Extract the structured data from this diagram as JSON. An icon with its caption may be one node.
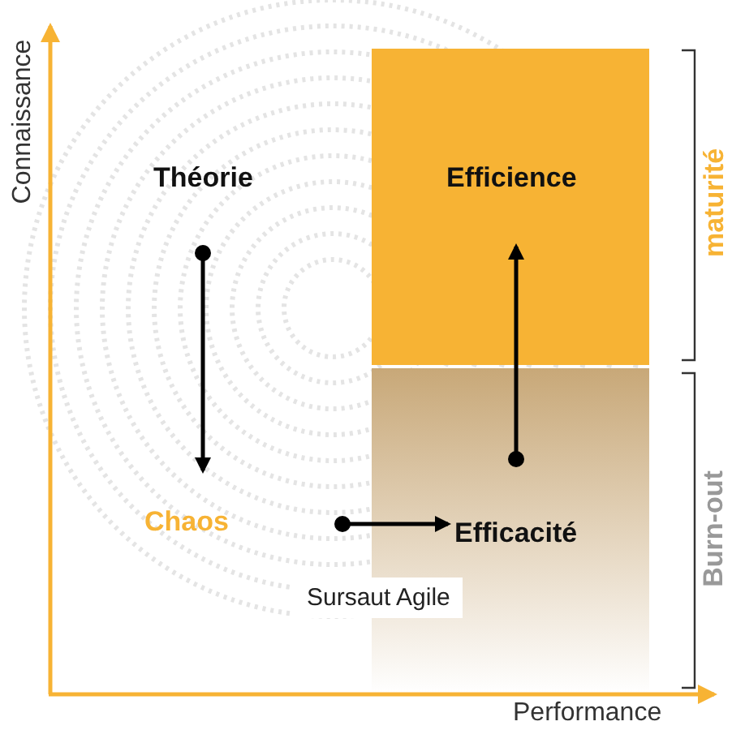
{
  "diagram": {
    "nodes": [
      {
        "text": [
          "Théorie"
        ]
      },
      {
        "text": [
          "Chaos"
        ]
      },
      {
        "text": [
          "Efficience"
        ]
      },
      {
        "text": [
          "Efficacité"
        ]
      }
    ],
    "edges": [
      {
        "from": 0,
        "to": 1,
        "arrow": "to"
      },
      {
        "from": 1,
        "to": 3,
        "arrow": "to"
      },
      {
        "from": 3,
        "to": 2,
        "arrow": "to"
      }
    ],
    "labels": [
      "Connaissance",
      "Performance",
      "maturité",
      "Burn-out",
      "Sursaut Agile"
    ]
  }
}
